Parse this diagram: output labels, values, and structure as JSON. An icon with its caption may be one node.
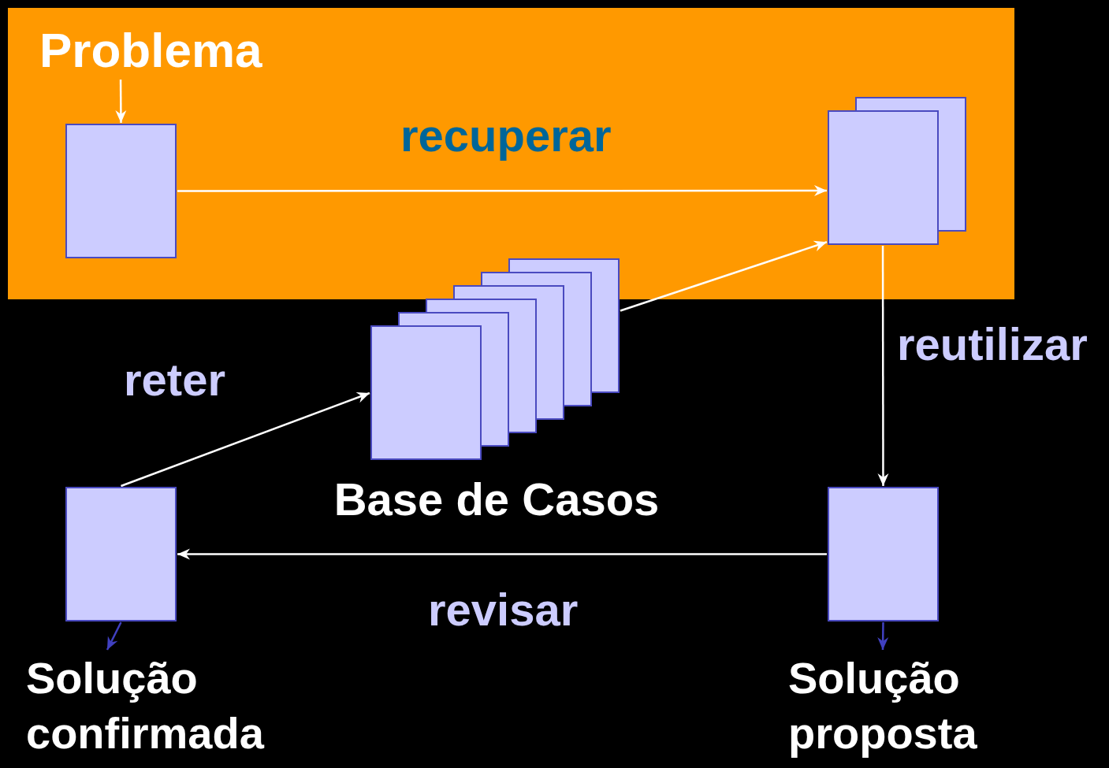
{
  "diagram": {
    "nodes": [
      {
        "text": [
          "Problema"
        ]
      },
      {
        "text": [],
        "shape": "box"
      },
      {
        "text": [],
        "shape": "box"
      },
      {
        "text": [],
        "shape": "box",
        "beside": [
          "Base de Casos"
        ]
      },
      {
        "text": [],
        "shape": "box"
      },
      {
        "text": [
          "Solução proposta"
        ]
      },
      {
        "text": [],
        "shape": "box"
      },
      {
        "text": [
          "Solução confirmada"
        ]
      }
    ],
    "edges": [
      {
        "from": 0,
        "to": 1,
        "arrow": "to"
      },
      {
        "from": 1,
        "to": 2,
        "arrow": "to",
        "label": "recuperar"
      },
      {
        "from": 3,
        "to": 2,
        "arrow": "to"
      },
      {
        "from": 2,
        "to": 4,
        "arrow": "to",
        "label": "reutilizar"
      },
      {
        "from": 4,
        "to": 6,
        "arrow": "to",
        "label": "revisar"
      },
      {
        "from": 6,
        "to": 3,
        "arrow": "to",
        "label": "reter"
      },
      {
        "from": 4,
        "to": 5,
        "arrow": "to",
        "color": "#4040c0"
      },
      {
        "from": 6,
        "to": 7,
        "arrow": "to",
        "color": "#4040c0"
      }
    ]
  }
}
